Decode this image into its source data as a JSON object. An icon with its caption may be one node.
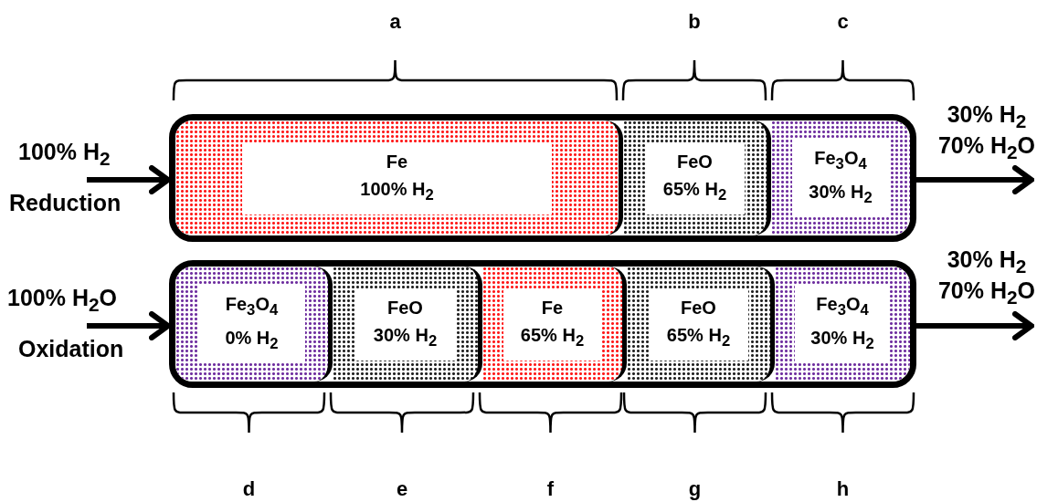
{
  "diagram": {
    "nodes": [
      {
        "text": [],
        "shape": "box"
      },
      {
        "text": [
          "Fe",
          "100% H$_{2}$"
        ],
        "in": 0
      },
      {
        "text": [
          "FeO",
          "65% H$_{2}$"
        ],
        "in": 0
      },
      {
        "text": [
          "Fe$_{3}$O$_{4}$",
          "30% H$_{2}$"
        ],
        "in": 0
      },
      {
        "text": [],
        "shape": "box"
      },
      {
        "text": [
          "Fe$_{3}$O$_{4}$",
          "0% H$_{2}$"
        ],
        "in": 4
      },
      {
        "text": [
          "FeO",
          "30% H$_{2}$"
        ],
        "in": 4
      },
      {
        "text": [
          "Fe",
          "65% H$_{2}$"
        ],
        "in": 4
      },
      {
        "text": [
          "FeO",
          "65% H$_{2}$"
        ],
        "in": 4
      },
      {
        "text": [
          "Fe$_{3}$O$_{4}$",
          "30% H$_{2}$"
        ],
        "in": 4
      }
    ],
    "edges": [
      {
        "from": null,
        "to": 0,
        "arrow": "to"
      },
      {
        "from": 0,
        "to": null,
        "arrow": "to"
      },
      {
        "from": null,
        "to": 4,
        "arrow": "to"
      },
      {
        "from": 4,
        "to": null,
        "arrow": "to"
      }
    ],
    "labels": [
      "a",
      "b",
      "c",
      "30% H$_{2}$ 70% H$_{2}$O",
      "100% H$_{2}$",
      "Reduction",
      "100% H$_{2}$O",
      "30% H$_{2}$ 70% H$_{2}$O",
      "Oxidation",
      "d",
      "e",
      "f",
      "g",
      "h"
    ]
  }
}
